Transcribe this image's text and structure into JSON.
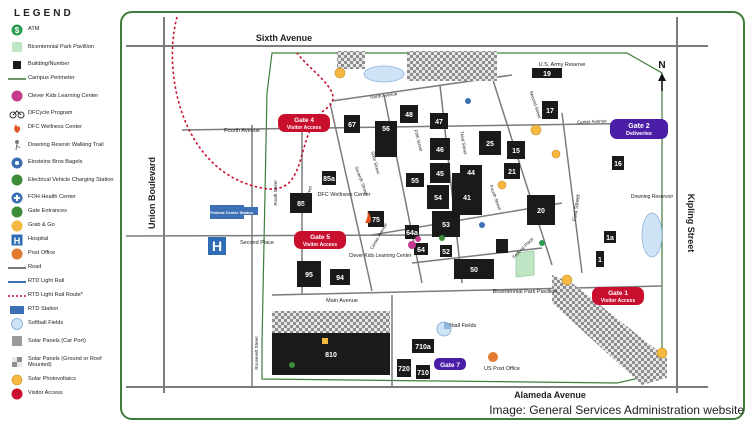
{
  "legend": {
    "title": "LEGEND",
    "items": [
      {
        "key": "atm",
        "label": "ATM",
        "icon": "dollar-icon"
      },
      {
        "key": "pavilion",
        "label": "Bicentennial Park Pavillion",
        "icon": "pavilion-square-icon"
      },
      {
        "key": "building",
        "label": "Building/Number",
        "icon": "building-square-icon"
      },
      {
        "key": "perimeter",
        "label": "Campus Perimeter",
        "icon": "green-line-icon"
      },
      {
        "key": "clever",
        "label": "Clever Kids Learning Center",
        "icon": "kids-icon"
      },
      {
        "key": "dfcycle",
        "label": "DFCycle Program",
        "icon": "bicycle-icon"
      },
      {
        "key": "wellness",
        "label": "DFC Wellness Center",
        "icon": "flame-icon"
      },
      {
        "key": "trail",
        "label": "Downing Resovir Walking Trail",
        "icon": "walker-icon"
      },
      {
        "key": "bagels",
        "label": "Einsteins Bros Bagels",
        "icon": "bagel-icon"
      },
      {
        "key": "ev",
        "label": "Electrical Vehicle Charging Station",
        "icon": "ev-charger-icon"
      },
      {
        "key": "foh",
        "label": "FOH Health Center",
        "icon": "health-icon"
      },
      {
        "key": "gate",
        "label": "Gate Entrances",
        "icon": "gate-icon"
      },
      {
        "key": "grab",
        "label": "Grab & Go",
        "icon": "grab-go-icon"
      },
      {
        "key": "hospital",
        "label": "Hospital",
        "icon": "hospital-icon"
      },
      {
        "key": "post",
        "label": "Post Office",
        "icon": "post-office-icon"
      },
      {
        "key": "road",
        "label": "Road",
        "icon": "road-line-icon"
      },
      {
        "key": "rail",
        "label": "RTD Light Rail",
        "icon": "rail-line-icon"
      },
      {
        "key": "railroute",
        "label": "RTD Light Rail Route*",
        "icon": "rail-route-icon"
      },
      {
        "key": "rtd",
        "label": "RTD Station",
        "icon": "rtd-station-icon"
      },
      {
        "key": "softball",
        "label": "Softball Fields",
        "icon": "softball-icon"
      },
      {
        "key": "solarcar",
        "label": "Solar Panels (Car Port)",
        "icon": "solar-carport-icon"
      },
      {
        "key": "solarground",
        "label": "Solar Panels (Ground or Roof Mounted)",
        "icon": "solar-ground-icon"
      },
      {
        "key": "photovoltaics",
        "label": "Solar Photovoltaics",
        "icon": "sun-icon"
      },
      {
        "key": "visitor",
        "label": "Visitor Access",
        "icon": "visitor-icon"
      }
    ]
  },
  "map": {
    "roads": {
      "sixth_avenue": "Sixth Avenue",
      "union_boulevard": "Union Boulevard",
      "kipling_street": "Kipling Street",
      "alameda_avenue": "Alameda Avenue",
      "north_avenue": "North Avenue",
      "fourth_avenue": "Fourth Avenue",
      "center_avenue_east": "Center Avenue",
      "center_avenue_west": "Center Avenue",
      "main_avenue": "Main Avenue",
      "second_place": "Second Place",
      "roosevelt_street": "Roosevelt Street",
      "eighth_street": "Eighth Street",
      "seventh_street": "Seventh Street",
      "sixth_street": "Sixth Street",
      "fourth_street": "Fourth Street",
      "second_street": "Second Street",
      "third_street": "Third Street",
      "fifth_street": "Fifth Street",
      "first_street": "First Street",
      "federal_place": "Federal Place",
      "west_street": "Roath Street"
    },
    "gates": [
      {
        "name": "Gate 4",
        "sub": "Visitor Access",
        "color": "#c8102e"
      },
      {
        "name": "Gate 2",
        "sub": "Deliveries",
        "color": "#4b1ea8"
      },
      {
        "name": "Gate 5",
        "sub": "Visitor Access",
        "color": "#c8102e"
      },
      {
        "name": "Gate 1",
        "sub": "Visitor Access",
        "color": "#c8102e"
      },
      {
        "name": "Gate 7",
        "sub": "",
        "color": "#4b1ea8"
      }
    ],
    "buildings": [
      "19",
      "17",
      "67",
      "56",
      "48",
      "47",
      "46",
      "45",
      "25",
      "15",
      "21",
      "55",
      "54",
      "41",
      "44",
      "20",
      "16",
      "53",
      "52",
      "50",
      "85",
      "85a",
      "75",
      "64a",
      "64",
      "1a",
      "1",
      "95",
      "94",
      "810",
      "710a",
      "720",
      "710"
    ],
    "labels": {
      "army_reserve": "U.S. Army Reserve",
      "downing_reservoir": "Downing Reservoir",
      "rtd_station": "RTD Federal Center Station",
      "wellness_center": "DFC Wellness Center",
      "clever_kids": "Clever Kids Learning Center",
      "pavilion": "Bicentennial Park Pavillion",
      "softball": "Softball Fields",
      "post_office": "US Post Office",
      "hospital_letter": "H",
      "north_arrow": "N"
    },
    "credit": "Image: General Services Administration website",
    "colors": {
      "perimeter": "#3f7d3a",
      "gate_visitor": "#c8102e",
      "gate_delivery": "#4b1ea8",
      "rail_route": "#c8102e",
      "water": "#cfe3f7",
      "pavilion": "#bfe5c4",
      "solar": "#8e8e8e",
      "photovoltaics": "#f5b841"
    }
  }
}
